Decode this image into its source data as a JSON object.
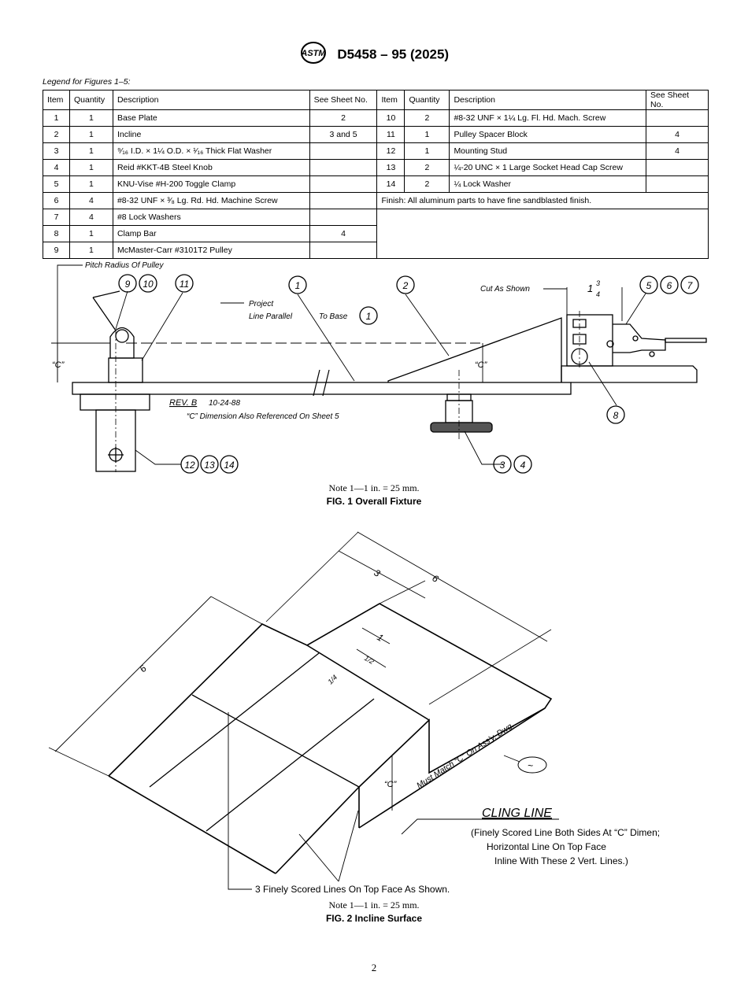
{
  "header": {
    "standard": "D5458 – 95 (2025)",
    "logo_alt": "ASTM"
  },
  "legend_caption": "Legend for Figures 1–5:",
  "table": {
    "headers": [
      "Item",
      "Quantity",
      "Description",
      "See Sheet No."
    ],
    "left_rows": [
      {
        "item": "1",
        "qty": "1",
        "desc": "Base Plate",
        "sheet": "2"
      },
      {
        "item": "2",
        "qty": "1",
        "desc": "Incline",
        "sheet": "3 and 5"
      },
      {
        "item": "3",
        "qty": "1",
        "desc": "⁹⁄₁₆ I.D. × 1¼ O.D. × ¹⁄₁₆ Thick Flat Washer",
        "sheet": ""
      },
      {
        "item": "4",
        "qty": "1",
        "desc": "Reid #KKT-4B Steel Knob",
        "sheet": ""
      },
      {
        "item": "5",
        "qty": "1",
        "desc": "KNU-Vise #H-200 Toggle Clamp",
        "sheet": ""
      },
      {
        "item": "6",
        "qty": "4",
        "desc": "#8-32 UNF × ³⁄₈ Lg. Rd. Hd. Machine Screw",
        "sheet": ""
      },
      {
        "item": "7",
        "qty": "4",
        "desc": "#8 Lock Washers",
        "sheet": ""
      },
      {
        "item": "8",
        "qty": "1",
        "desc": "Clamp Bar",
        "sheet": "4"
      },
      {
        "item": "9",
        "qty": "1",
        "desc": "McMaster-Carr #3101T2 Pulley",
        "sheet": ""
      }
    ],
    "right_rows": [
      {
        "item": "10",
        "qty": "2",
        "desc": "#8-32 UNF × 1¼ Lg. Fl. Hd. Mach. Screw",
        "sheet": ""
      },
      {
        "item": "11",
        "qty": "1",
        "desc": "Pulley Spacer Block",
        "sheet": "4"
      },
      {
        "item": "12",
        "qty": "1",
        "desc": "Mounting Stud",
        "sheet": "4"
      },
      {
        "item": "13",
        "qty": "2",
        "desc": "¼-20 UNC × 1 Large Socket Head Cap Screw",
        "sheet": ""
      },
      {
        "item": "14",
        "qty": "2",
        "desc": "¼ Lock Washer",
        "sheet": ""
      }
    ],
    "finish_note": "Finish: All aluminum parts to have fine sandblasted finish."
  },
  "fig1": {
    "labels": {
      "pitch_radius": "Pitch Radius Of Pulley",
      "project_line_1": "Project",
      "project_line_2": "Line Parallel",
      "to_base": "To Base",
      "cut_as_shown": "Cut As Shown",
      "dim_whole": "1",
      "dim_num": "3",
      "dim_den": "4",
      "c_dim_left": "“C”",
      "c_dim_right": "“C”",
      "rev": "REV. B",
      "rev_date": "10-24-88",
      "c_ref": "“C” Dimension Also Referenced On Sheet 5"
    },
    "balloons": [
      "9",
      "10",
      "11",
      "1",
      "1",
      "2",
      "5",
      "6",
      "7",
      "8",
      "3",
      "4",
      "12",
      "13",
      "14"
    ],
    "note": "Note 1—1 in. = 25 mm.",
    "caption": "FIG. 1 Overall Fixture"
  },
  "fig2": {
    "labels": {
      "dim_6_top": "6",
      "dim_3": "3",
      "dim_6_left": "6",
      "dim_1": "1",
      "dim_half": "1/2",
      "dim_quarter": "1/4",
      "c_label": "“C”",
      "must_match": "Must Match “C” On Ass'y. Dwg.",
      "cling_title": "CLING LINE",
      "cling_1": "(Finely Scored Line Both Sides At “C” Dimen;",
      "cling_2": "Horizontal Line On Top Face",
      "cling_3": "Inline With These 2 Vert. Lines.)",
      "scored": "3 Finely Scored Lines On Top Face As Shown.",
      "symbol": "~"
    },
    "note": "Note 1—1 in. = 25 mm.",
    "caption": "FIG. 2 Incline Surface"
  },
  "page_number": "2"
}
